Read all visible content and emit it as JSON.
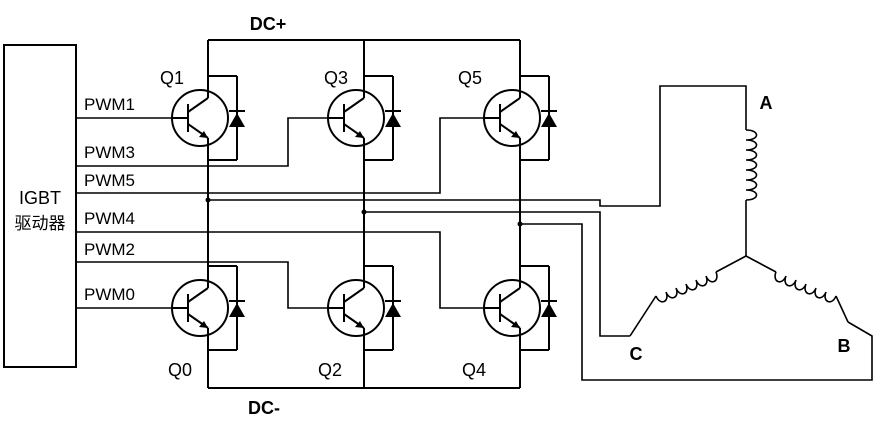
{
  "bus": {
    "positive": "DC+",
    "negative": "DC-"
  },
  "driver": {
    "line1": "IGBT",
    "line2": "驱动器"
  },
  "pwm_signals": [
    "PWM1",
    "PWM3",
    "PWM5",
    "PWM4",
    "PWM2",
    "PWM0"
  ],
  "transistors": {
    "q0": "Q0",
    "q1": "Q1",
    "q2": "Q2",
    "q3": "Q3",
    "q4": "Q4",
    "q5": "Q5"
  },
  "motor_phases": {
    "a": "A",
    "b": "B",
    "c": "C"
  }
}
